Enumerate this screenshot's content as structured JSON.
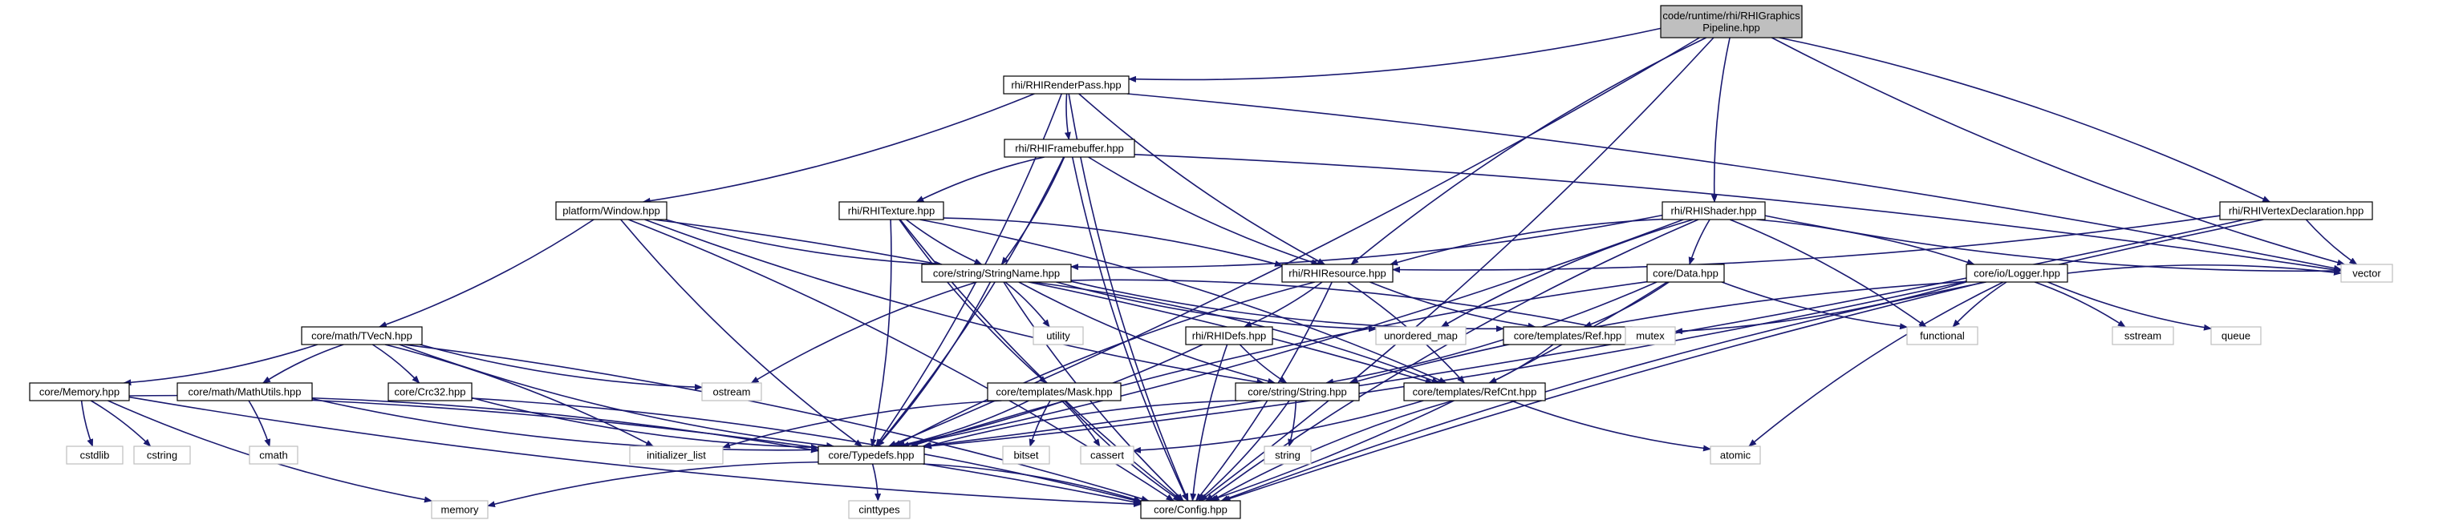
{
  "colors": {
    "edge": "#191970",
    "root_fill": "#bfbfbf",
    "node_border": "#000000",
    "external_border": "#bfbfbf",
    "background": "#ffffff"
  },
  "nodes": [
    {
      "id": "root",
      "kind": "root",
      "lines": [
        "code/runtime/rhi/RHIGraphics",
        "Pipeline.hpp"
      ]
    },
    {
      "id": "renderpass",
      "kind": "include",
      "lines": [
        "rhi/RHIRenderPass.hpp"
      ]
    },
    {
      "id": "framebuffer",
      "kind": "include",
      "lines": [
        "rhi/RHIFramebuffer.hpp"
      ]
    },
    {
      "id": "window",
      "kind": "include",
      "lines": [
        "platform/Window.hpp"
      ]
    },
    {
      "id": "texture",
      "kind": "include",
      "lines": [
        "rhi/RHITexture.hpp"
      ]
    },
    {
      "id": "shader",
      "kind": "include",
      "lines": [
        "rhi/RHIShader.hpp"
      ]
    },
    {
      "id": "vertexdecl",
      "kind": "include",
      "lines": [
        "rhi/RHIVertexDeclaration.hpp"
      ]
    },
    {
      "id": "resource",
      "kind": "include",
      "lines": [
        "rhi/RHIResource.hpp"
      ]
    },
    {
      "id": "stringname",
      "kind": "include",
      "lines": [
        "core/string/StringName.hpp"
      ]
    },
    {
      "id": "data",
      "kind": "include",
      "lines": [
        "core/Data.hpp"
      ]
    },
    {
      "id": "logger",
      "kind": "include",
      "lines": [
        "core/io/Logger.hpp"
      ]
    },
    {
      "id": "tvecn",
      "kind": "include",
      "lines": [
        "core/math/TVecN.hpp"
      ]
    },
    {
      "id": "rhidefs",
      "kind": "include",
      "lines": [
        "rhi/RHIDefs.hpp"
      ]
    },
    {
      "id": "ref",
      "kind": "include",
      "lines": [
        "core/templates/Ref.hpp"
      ]
    },
    {
      "id": "memory_h",
      "kind": "include",
      "lines": [
        "core/Memory.hpp"
      ]
    },
    {
      "id": "mathutils",
      "kind": "include",
      "lines": [
        "core/math/MathUtils.hpp"
      ]
    },
    {
      "id": "crc32",
      "kind": "include",
      "lines": [
        "core/Crc32.hpp"
      ]
    },
    {
      "id": "mask",
      "kind": "include",
      "lines": [
        "core/templates/Mask.hpp"
      ]
    },
    {
      "id": "string_h",
      "kind": "include",
      "lines": [
        "core/string/String.hpp"
      ]
    },
    {
      "id": "refcnt",
      "kind": "include",
      "lines": [
        "core/templates/RefCnt.hpp"
      ]
    },
    {
      "id": "typedefs",
      "kind": "include",
      "lines": [
        "core/Typedefs.hpp"
      ]
    },
    {
      "id": "config",
      "kind": "include",
      "lines": [
        "core/Config.hpp"
      ]
    },
    {
      "id": "vector",
      "kind": "external",
      "lines": [
        "vector"
      ]
    },
    {
      "id": "mutex",
      "kind": "external",
      "lines": [
        "mutex"
      ]
    },
    {
      "id": "functional",
      "kind": "external",
      "lines": [
        "functional"
      ]
    },
    {
      "id": "sstream",
      "kind": "external",
      "lines": [
        "sstream"
      ]
    },
    {
      "id": "queue",
      "kind": "external",
      "lines": [
        "queue"
      ]
    },
    {
      "id": "utility",
      "kind": "external",
      "lines": [
        "utility"
      ]
    },
    {
      "id": "unordered_map",
      "kind": "external",
      "lines": [
        "unordered_map"
      ]
    },
    {
      "id": "ostream",
      "kind": "external",
      "lines": [
        "ostream"
      ]
    },
    {
      "id": "cstdlib",
      "kind": "external",
      "lines": [
        "cstdlib"
      ]
    },
    {
      "id": "cstring",
      "kind": "external",
      "lines": [
        "cstring"
      ]
    },
    {
      "id": "cmath",
      "kind": "external",
      "lines": [
        "cmath"
      ]
    },
    {
      "id": "initializer_list",
      "kind": "external",
      "lines": [
        "initializer_list"
      ]
    },
    {
      "id": "bitset",
      "kind": "external",
      "lines": [
        "bitset"
      ]
    },
    {
      "id": "cassert",
      "kind": "external",
      "lines": [
        "cassert"
      ]
    },
    {
      "id": "string_std",
      "kind": "external",
      "lines": [
        "string"
      ]
    },
    {
      "id": "atomic",
      "kind": "external",
      "lines": [
        "atomic"
      ]
    },
    {
      "id": "memory_std",
      "kind": "external",
      "lines": [
        "memory"
      ]
    },
    {
      "id": "cinttypes",
      "kind": "external",
      "lines": [
        "cinttypes"
      ]
    }
  ],
  "edges": [
    [
      "root",
      "renderpass"
    ],
    [
      "root",
      "shader"
    ],
    [
      "root",
      "vertexdecl"
    ],
    [
      "root",
      "resource"
    ],
    [
      "root",
      "typedefs"
    ],
    [
      "root",
      "vector"
    ],
    [
      "root",
      "config"
    ],
    [
      "renderpass",
      "framebuffer"
    ],
    [
      "renderpass",
      "window"
    ],
    [
      "renderpass",
      "resource"
    ],
    [
      "renderpass",
      "typedefs"
    ],
    [
      "renderpass",
      "config"
    ],
    [
      "renderpass",
      "vector"
    ],
    [
      "framebuffer",
      "texture"
    ],
    [
      "framebuffer",
      "stringname"
    ],
    [
      "framebuffer",
      "resource"
    ],
    [
      "framebuffer",
      "typedefs"
    ],
    [
      "framebuffer",
      "config"
    ],
    [
      "framebuffer",
      "vector"
    ],
    [
      "window",
      "stringname"
    ],
    [
      "window",
      "tvecn"
    ],
    [
      "window",
      "string_h"
    ],
    [
      "window",
      "refcnt"
    ],
    [
      "window",
      "typedefs"
    ],
    [
      "window",
      "config"
    ],
    [
      "texture",
      "stringname"
    ],
    [
      "texture",
      "resource"
    ],
    [
      "texture",
      "mask"
    ],
    [
      "texture",
      "typedefs"
    ],
    [
      "texture",
      "config"
    ],
    [
      "texture",
      "refcnt"
    ],
    [
      "shader",
      "resource"
    ],
    [
      "shader",
      "stringname"
    ],
    [
      "shader",
      "data"
    ],
    [
      "shader",
      "logger"
    ],
    [
      "shader",
      "unordered_map"
    ],
    [
      "shader",
      "functional"
    ],
    [
      "shader",
      "vector"
    ],
    [
      "shader",
      "typedefs"
    ],
    [
      "shader",
      "config"
    ],
    [
      "vertexdecl",
      "resource"
    ],
    [
      "vertexdecl",
      "vector"
    ],
    [
      "vertexdecl",
      "typedefs"
    ],
    [
      "vertexdecl",
      "config"
    ],
    [
      "resource",
      "rhidefs"
    ],
    [
      "resource",
      "ref"
    ],
    [
      "resource",
      "refcnt"
    ],
    [
      "resource",
      "typedefs"
    ],
    [
      "resource",
      "config"
    ],
    [
      "stringname",
      "string_h"
    ],
    [
      "stringname",
      "utility"
    ],
    [
      "stringname",
      "unordered_map"
    ],
    [
      "stringname",
      "mutex"
    ],
    [
      "stringname",
      "ostream"
    ],
    [
      "stringname",
      "typedefs"
    ],
    [
      "stringname",
      "config"
    ],
    [
      "stringname",
      "refcnt"
    ],
    [
      "stringname",
      "ref"
    ],
    [
      "data",
      "ref"
    ],
    [
      "data",
      "functional"
    ],
    [
      "data",
      "string_h"
    ],
    [
      "data",
      "typedefs"
    ],
    [
      "data",
      "config"
    ],
    [
      "logger",
      "string_h"
    ],
    [
      "logger",
      "mutex"
    ],
    [
      "logger",
      "functional"
    ],
    [
      "logger",
      "sstream"
    ],
    [
      "logger",
      "queue"
    ],
    [
      "logger",
      "vector"
    ],
    [
      "logger",
      "atomic"
    ],
    [
      "logger",
      "typedefs"
    ],
    [
      "logger",
      "config"
    ],
    [
      "tvecn",
      "memory_h"
    ],
    [
      "tvecn",
      "mathutils"
    ],
    [
      "tvecn",
      "crc32"
    ],
    [
      "tvecn",
      "ostream"
    ],
    [
      "tvecn",
      "initializer_list"
    ],
    [
      "tvecn",
      "typedefs"
    ],
    [
      "tvecn",
      "config"
    ],
    [
      "rhidefs",
      "string_h"
    ],
    [
      "rhidefs",
      "typedefs"
    ],
    [
      "rhidefs",
      "config"
    ],
    [
      "ref",
      "refcnt"
    ],
    [
      "memory_h",
      "cstdlib"
    ],
    [
      "memory_h",
      "cstring"
    ],
    [
      "memory_h",
      "memory_std"
    ],
    [
      "memory_h",
      "typedefs"
    ],
    [
      "memory_h",
      "config"
    ],
    [
      "mathutils",
      "cmath"
    ],
    [
      "mathutils",
      "typedefs"
    ],
    [
      "mathutils",
      "config"
    ],
    [
      "crc32",
      "typedefs"
    ],
    [
      "crc32",
      "config"
    ],
    [
      "mask",
      "bitset"
    ],
    [
      "mask",
      "cassert"
    ],
    [
      "mask",
      "initializer_list"
    ],
    [
      "mask",
      "typedefs"
    ],
    [
      "mask",
      "config"
    ],
    [
      "string_h",
      "string_std"
    ],
    [
      "string_h",
      "typedefs"
    ],
    [
      "string_h",
      "config"
    ],
    [
      "refcnt",
      "atomic"
    ],
    [
      "refcnt",
      "cassert"
    ],
    [
      "refcnt",
      "config"
    ],
    [
      "typedefs",
      "config"
    ],
    [
      "typedefs",
      "memory_std"
    ],
    [
      "typedefs",
      "cinttypes"
    ]
  ]
}
